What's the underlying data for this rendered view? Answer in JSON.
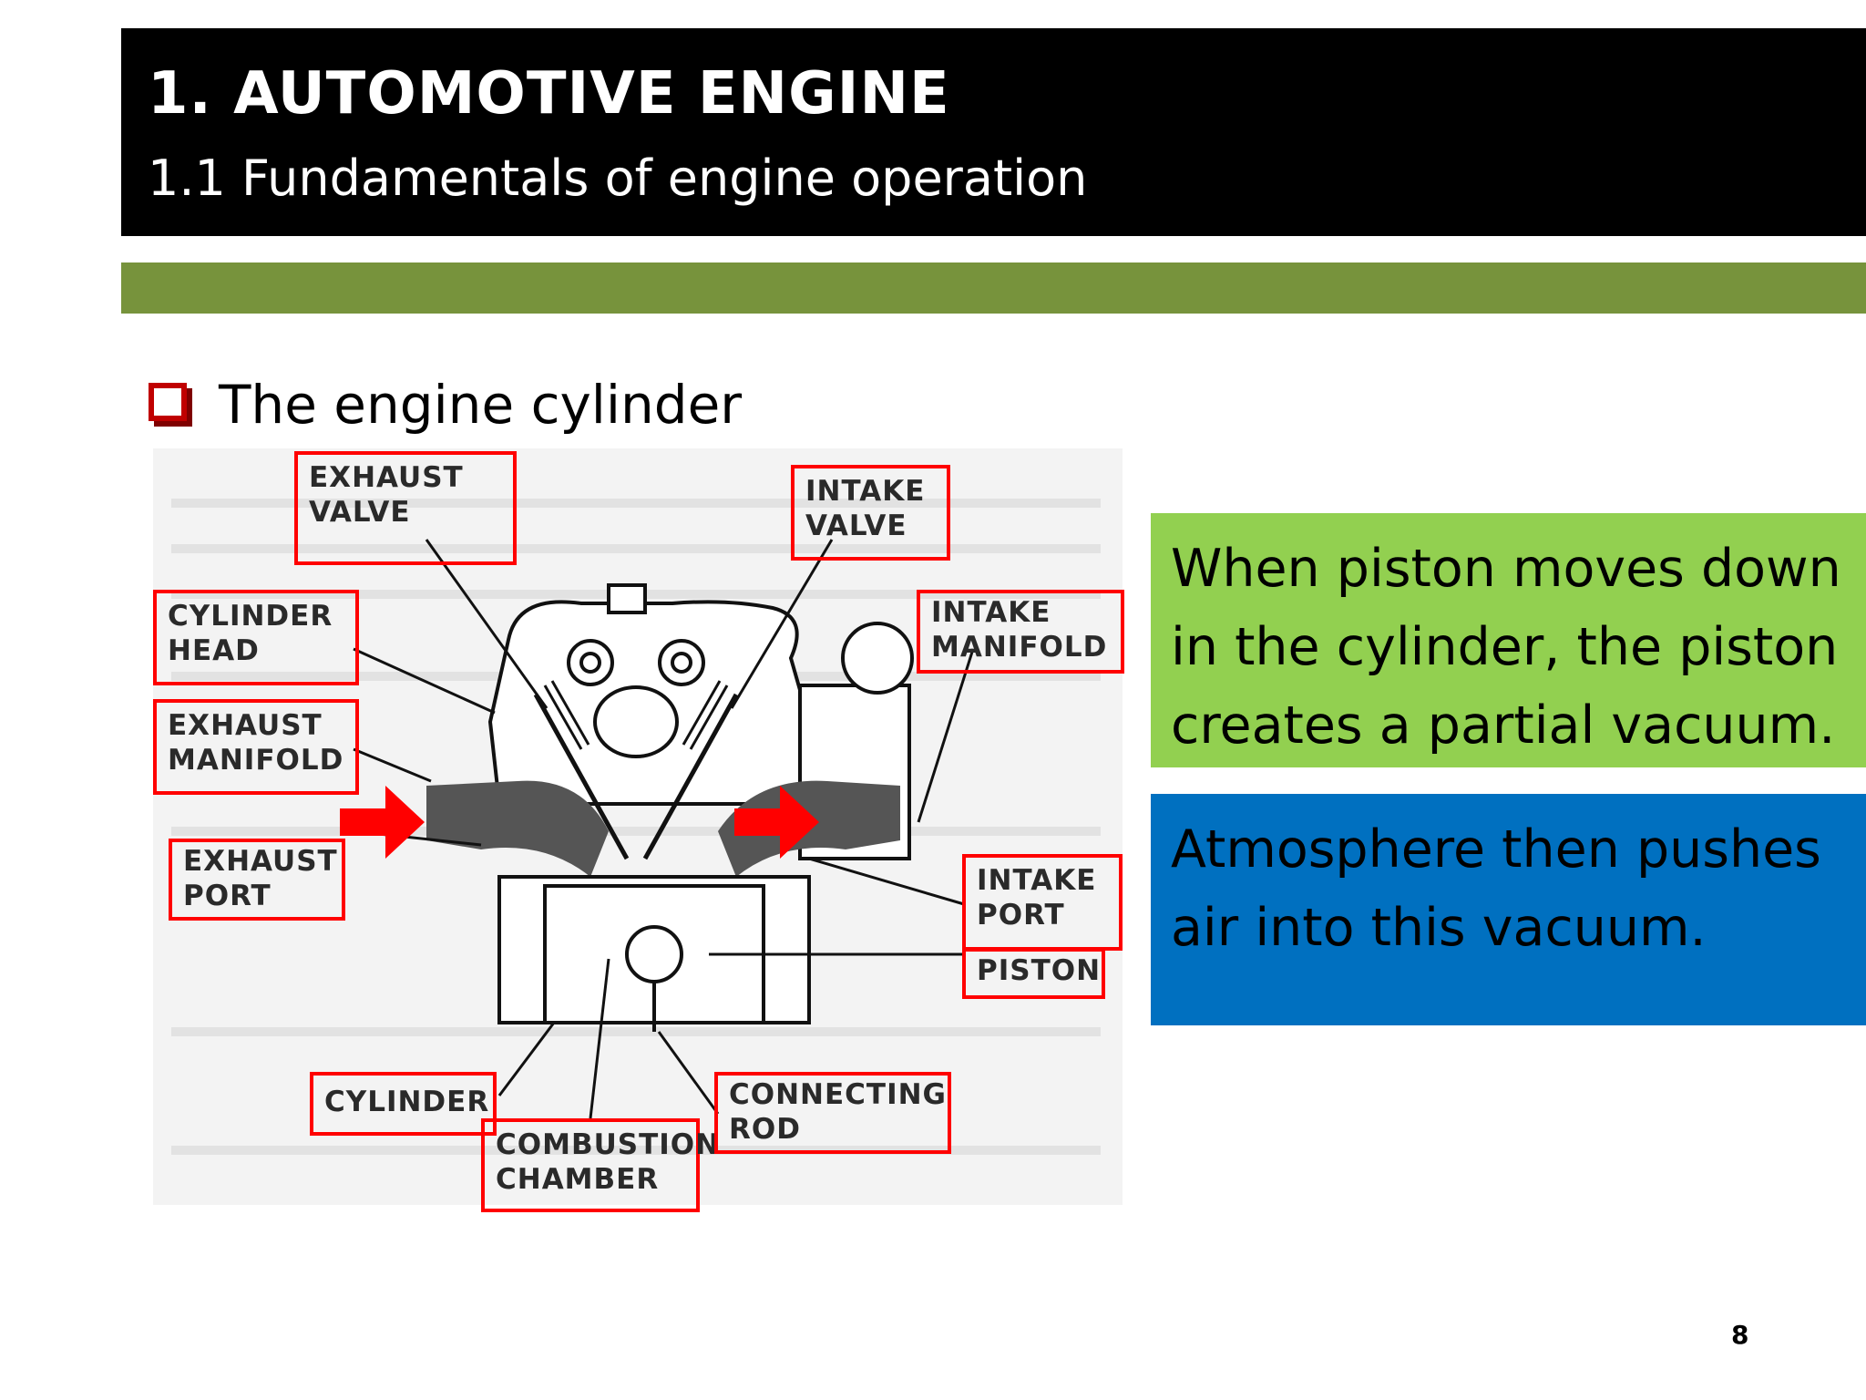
{
  "header": {
    "title": "1. AUTOMOTIVE ENGINE",
    "subtitle": "1.1 Fundamentals of engine operation"
  },
  "bullet": {
    "text": "The engine cylinder"
  },
  "diagram": {
    "labels": {
      "exhaust_valve": [
        "EXHAUST",
        "VALVE"
      ],
      "intake_valve": [
        "INTAKE",
        "VALVE"
      ],
      "cylinder_head": [
        "CYLINDER",
        "HEAD"
      ],
      "intake_manifold": [
        "INTAKE",
        "MANIFOLD"
      ],
      "exhaust_manifold": [
        "EXHAUST",
        "MANIFOLD"
      ],
      "exhaust_port": [
        "EXHAUST",
        "PORT"
      ],
      "intake_port": [
        "INTAKE",
        "PORT"
      ],
      "piston": [
        "PISTON"
      ],
      "cylinder": [
        "CYLINDER"
      ],
      "combustion_chamber": [
        "COMBUSTION",
        "CHAMBER"
      ],
      "connecting_rod": [
        "CONNECTING",
        "ROD"
      ]
    },
    "colors": {
      "label_border": "#ff0000",
      "arrow": "#ff0000",
      "engine_section": "#555555"
    }
  },
  "callouts": {
    "green": {
      "lines": [
        "When piston moves down",
        "in the cylinder, the piston",
        "creates a partial vacuum."
      ],
      "color": "#92d050"
    },
    "blue": {
      "lines": [
        "Atmosphere then pushes",
        "air into this vacuum."
      ],
      "color": "#0070c0"
    }
  },
  "footer": {
    "page_number": "8"
  },
  "colors": {
    "title_bar": "#000000",
    "accent_bar": "#77933c",
    "bullet": "#c00000"
  }
}
